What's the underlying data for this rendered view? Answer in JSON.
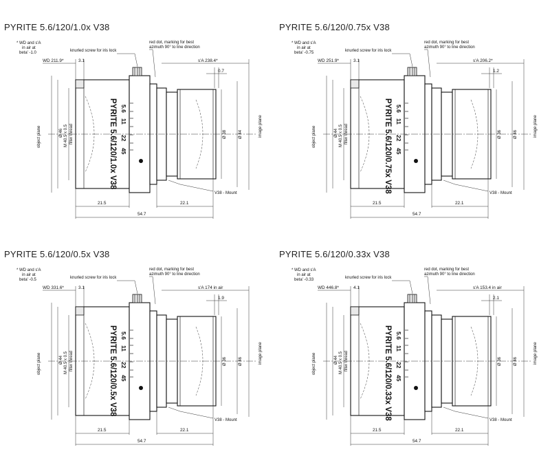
{
  "labels": {
    "knurled": "knurled screw for iris lock",
    "reddot_1": "red dot, marking for best",
    "reddot_2": "azimuth 90° to line direction",
    "object_plane": "object plane",
    "image_plane": "image plane",
    "mount": "V38 - Mount",
    "filter_thread": "filter thread",
    "wd_note_1": "* WD and s'A",
    "wd_note_2": "in air at",
    "ap1": "5.6",
    "ap2": "11",
    "ap3": "22",
    "ap4": "45",
    "dim_front": "21.5",
    "dim_mid": "22.1",
    "dim_total": "54.7"
  },
  "panels": [
    {
      "title": "PYRITE 5.6/120/1.0x V38",
      "beta": "beta' -1.0",
      "wd": "WD 211.9*",
      "wd_small": "3.1",
      "sa": "s'A 238.4*",
      "sa_small": "0.7",
      "obj_dia": "Ø 46",
      "thread": "M 40.5 x 0.5",
      "img_d1": "Ø 38",
      "img_d2": "Ø 44",
      "lens_label": "PYRITE 5.6/120/1.0x V38"
    },
    {
      "title": "PYRITE 5.6/120/0.75x V38",
      "beta": "beta' -0.75",
      "wd": "WD 251.9*",
      "wd_small": "3.1",
      "sa": "s'A 206.2*",
      "sa_small": "1.2",
      "obj_dia": "Ø 44",
      "thread": "M 40.5 x 0.5",
      "img_d1": "Ø 36",
      "img_d2": "Ø 46",
      "lens_label": "PYRITE 5.6/120/0.75x V38"
    },
    {
      "title": "PYRITE 5.6/120/0.5x V38",
      "beta": "beta' -0.5",
      "wd": "WD 331.6*",
      "wd_small": "3.1",
      "sa": "s'A 174 in air",
      "sa_small": "1.9",
      "obj_dia": "Ø 44",
      "thread": "M 40.5 x 0.5",
      "img_d1": "Ø 36",
      "img_d2": "Ø 46",
      "lens_label": "PYRITE 5.6/120/0.5x V38"
    },
    {
      "title": "PYRITE 5.6/120/0.33x V38",
      "beta": "beta' -0.33",
      "wd": "WD 446.8*",
      "wd_small": "4.1",
      "sa": "s'A 153.4 in air",
      "sa_small": "2.1",
      "obj_dia": "Ø 44",
      "thread": "M 40.5 x 0.5",
      "img_d1": "Ø 36",
      "img_d2": "Ø 46",
      "lens_label": "PYRITE 5.6/120/0.33x V38"
    }
  ]
}
